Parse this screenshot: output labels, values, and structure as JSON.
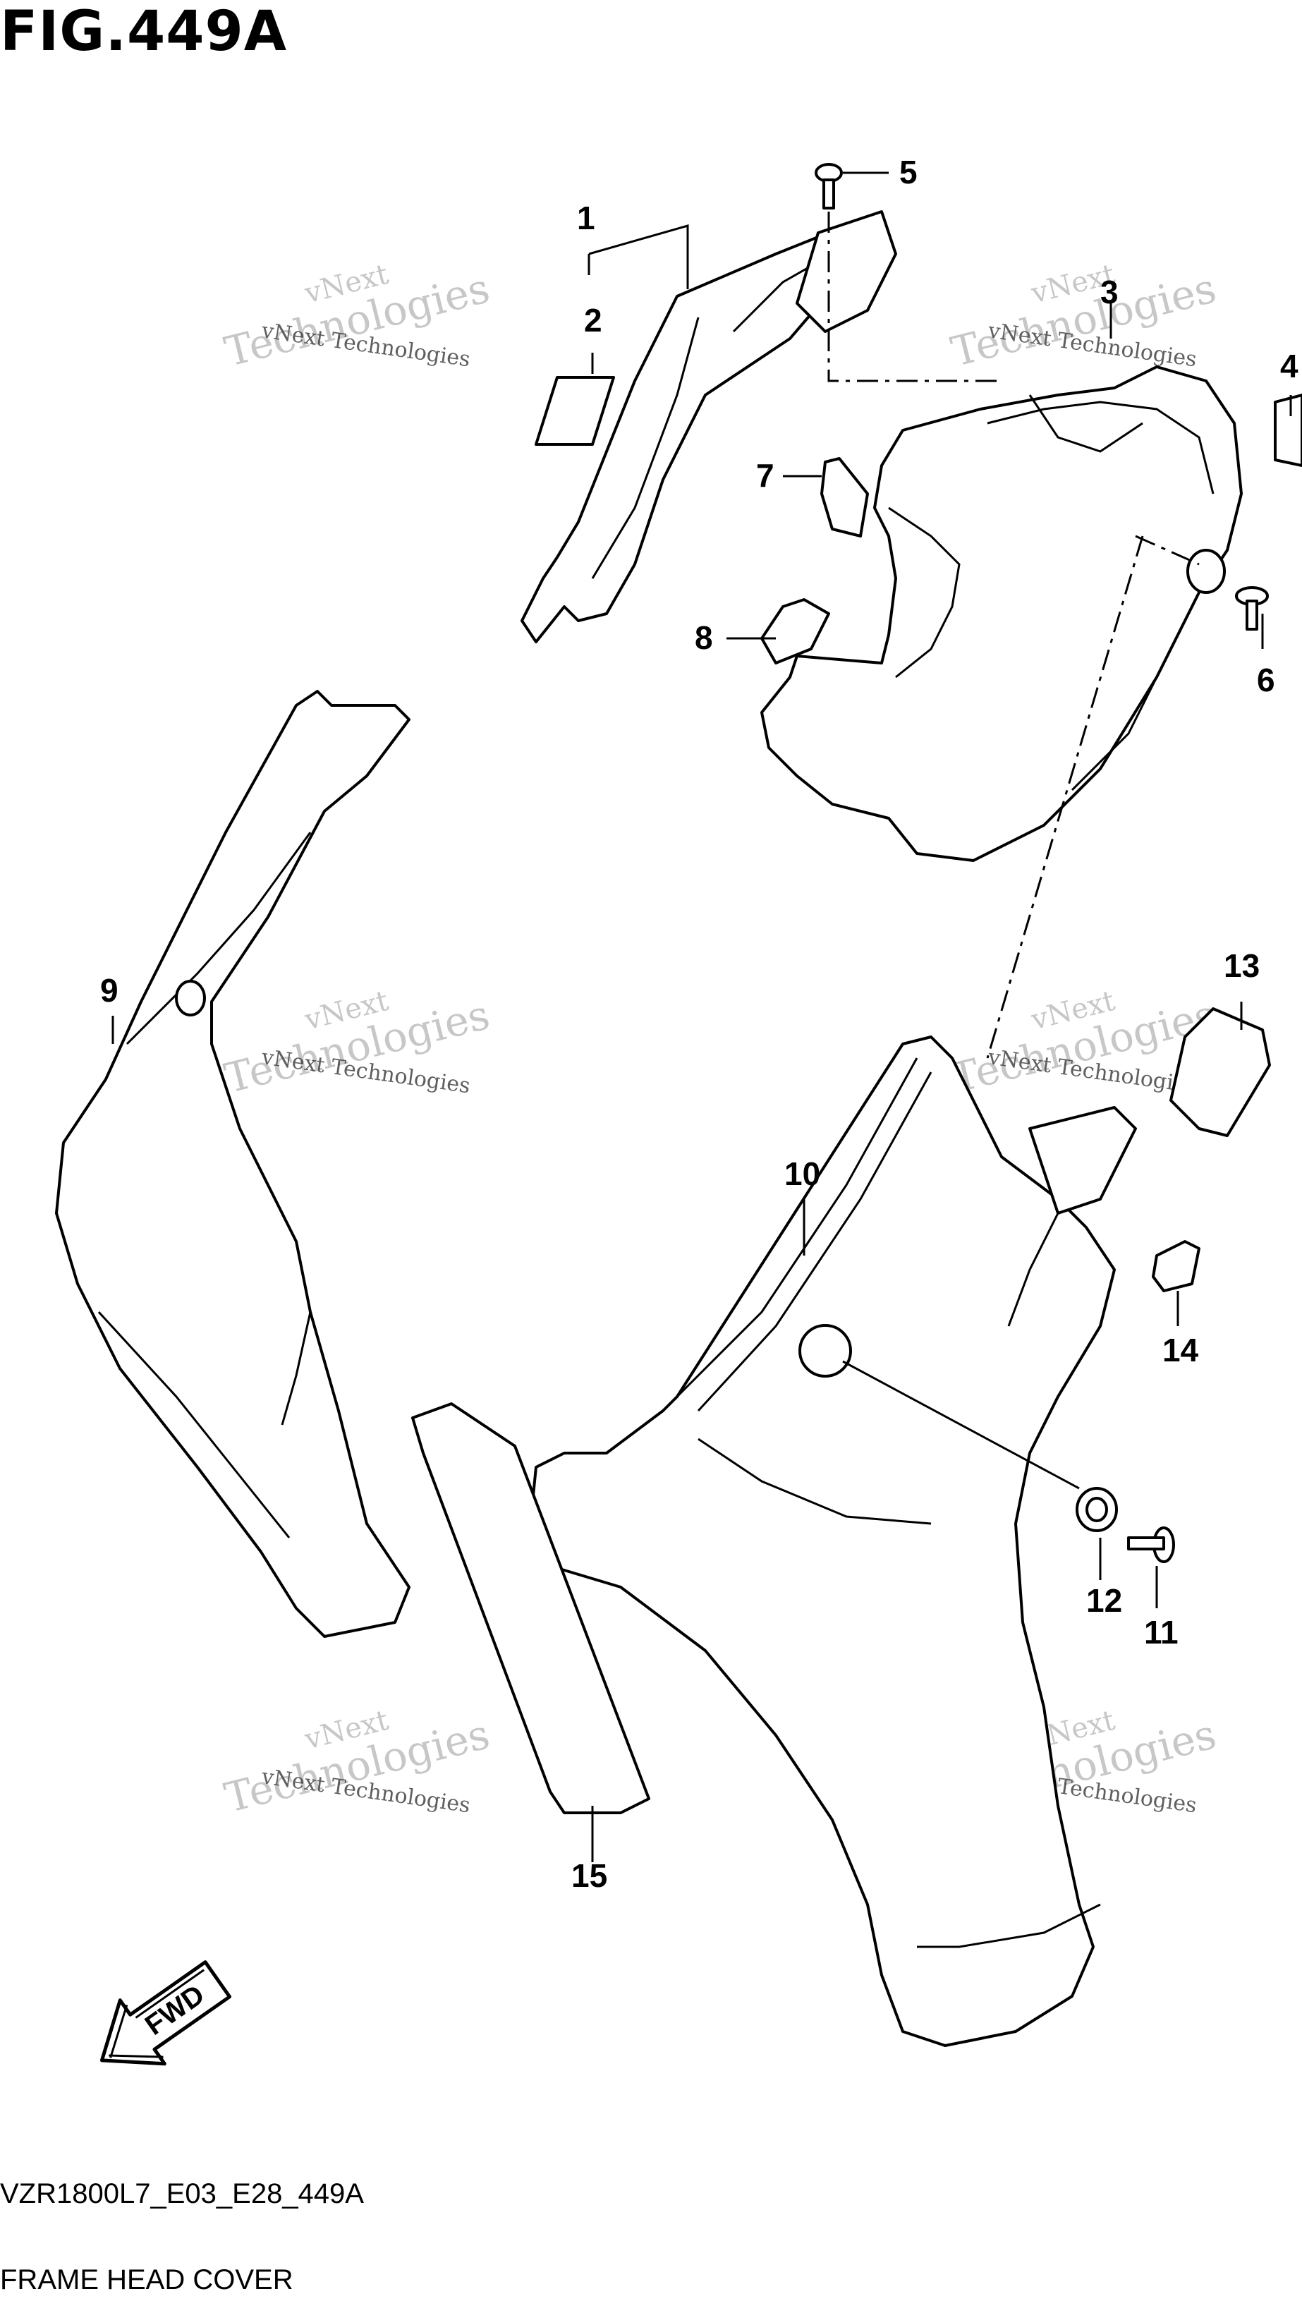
{
  "figure": {
    "title": "FIG.449A"
  },
  "footer": {
    "code": "VZR1800L7_E03_E28_449A",
    "caption": "FRAME HEAD COVER"
  },
  "callouts": [
    "1",
    "2",
    "3",
    "4",
    "5",
    "6",
    "7",
    "8",
    "9",
    "10",
    "11",
    "12",
    "13",
    "14",
    "15"
  ],
  "watermark": {
    "line1": "vNext Technologies",
    "line2": "vNext",
    "line3": "Technologies"
  },
  "direction": {
    "label": "FWD"
  }
}
